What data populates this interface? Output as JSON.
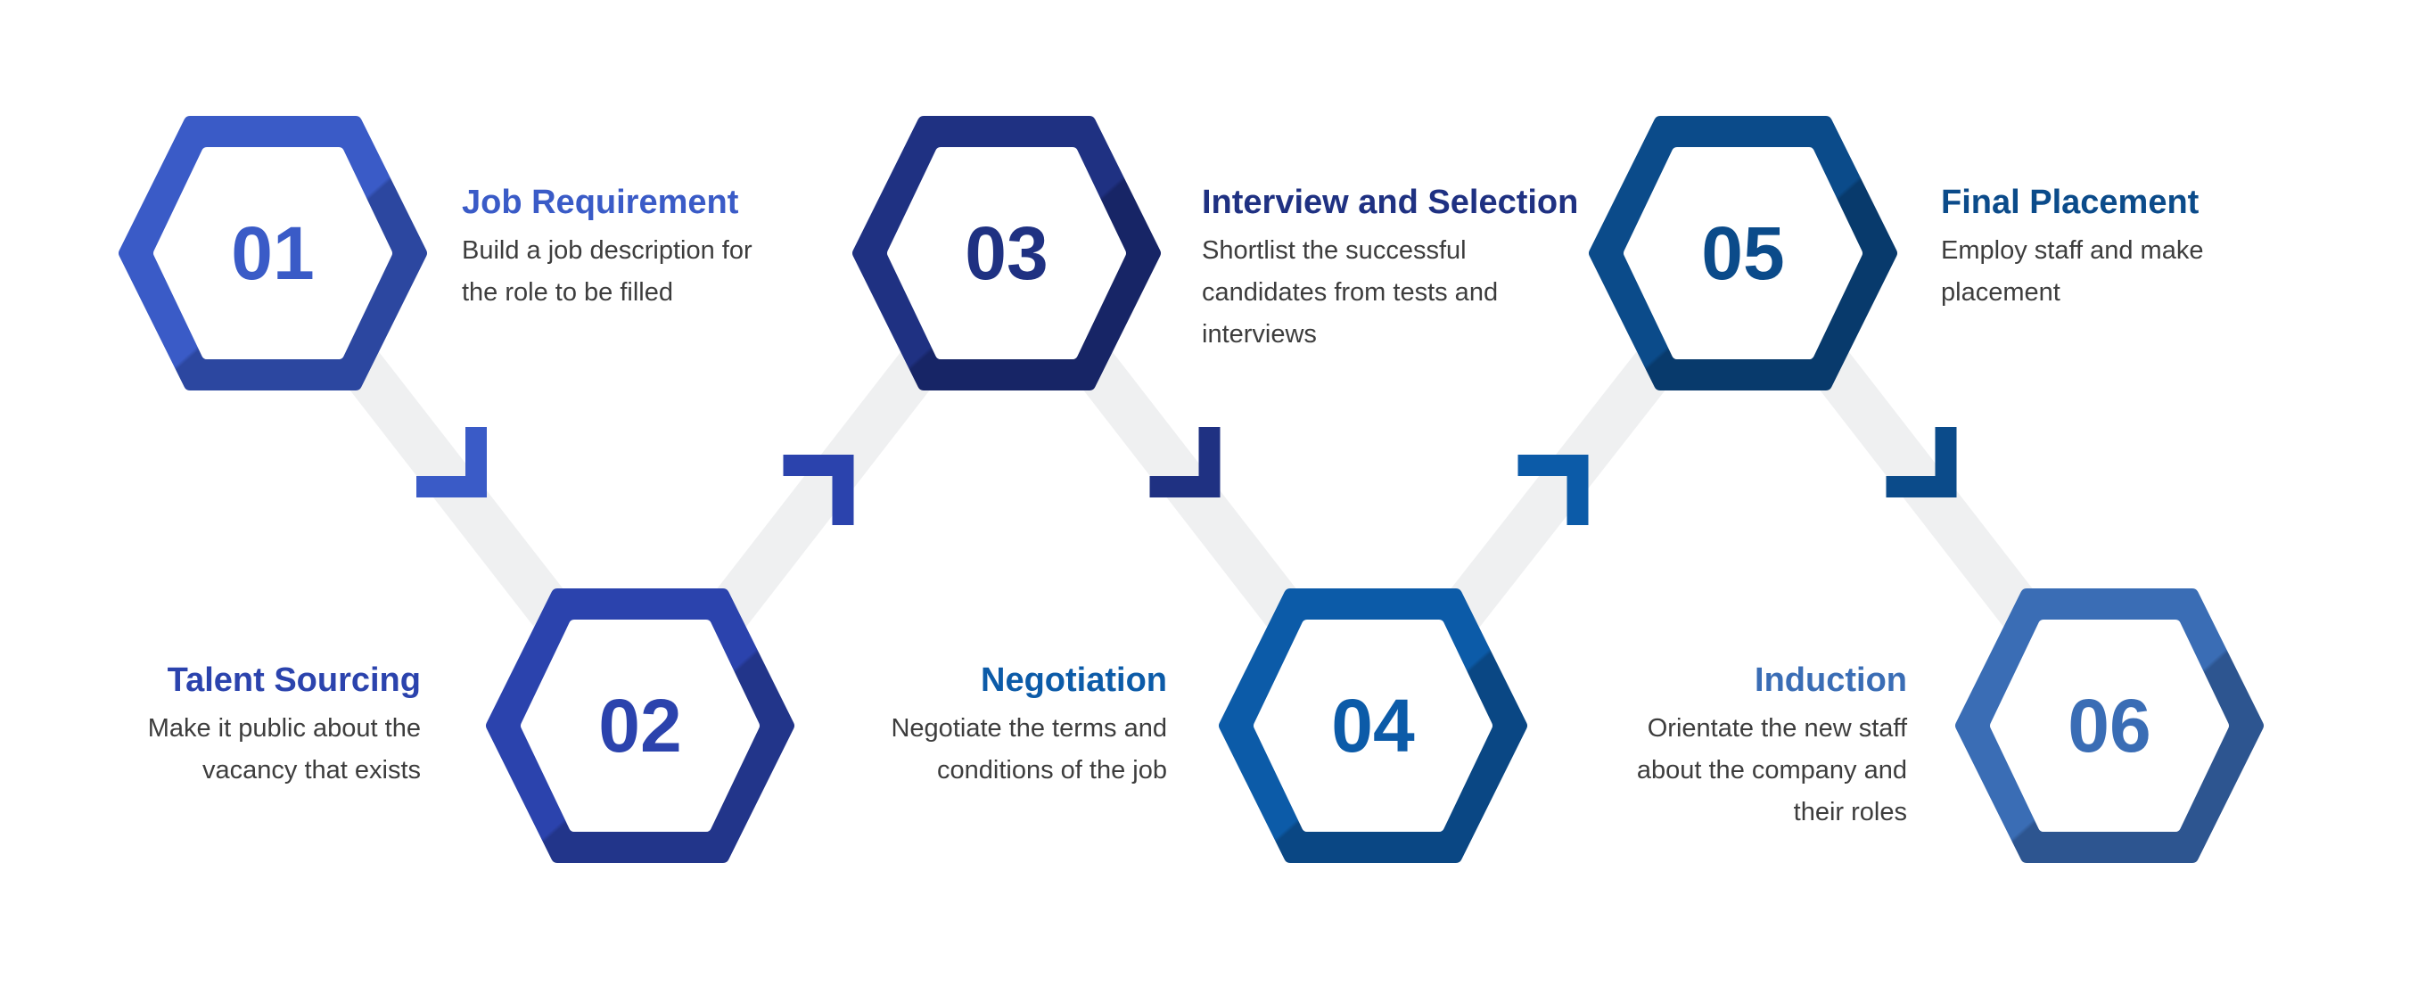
{
  "steps": [
    {
      "number": "01",
      "title": "Job Requirement",
      "body": "Build a job description for the role to be filled",
      "color": "#3a5bc7",
      "dark": "#2c47a0"
    },
    {
      "number": "02",
      "title": "Talent Sourcing",
      "body": "Make it public about the vacancy that exists",
      "color": "#2b43ad",
      "dark": "#22358a"
    },
    {
      "number": "03",
      "title": "Interview and Selection",
      "body": "Shortlist the successful candidates from tests and interviews",
      "color": "#1f3182",
      "dark": "#172566"
    },
    {
      "number": "04",
      "title": "Negotiation",
      "body": "Negotiate the terms and conditions of the job",
      "color": "#0c5ba8",
      "dark": "#0a4784"
    },
    {
      "number": "05",
      "title": "Final Placement",
      "body": "Employ staff and make placement",
      "color": "#0b4b8a",
      "dark": "#083a6c"
    },
    {
      "number": "06",
      "title": "Induction",
      "body": "Orientate the new staff about the company and their roles",
      "color": "#3a6db5",
      "dark": "#2d5590"
    }
  ],
  "connector_color": "#eff0f1"
}
